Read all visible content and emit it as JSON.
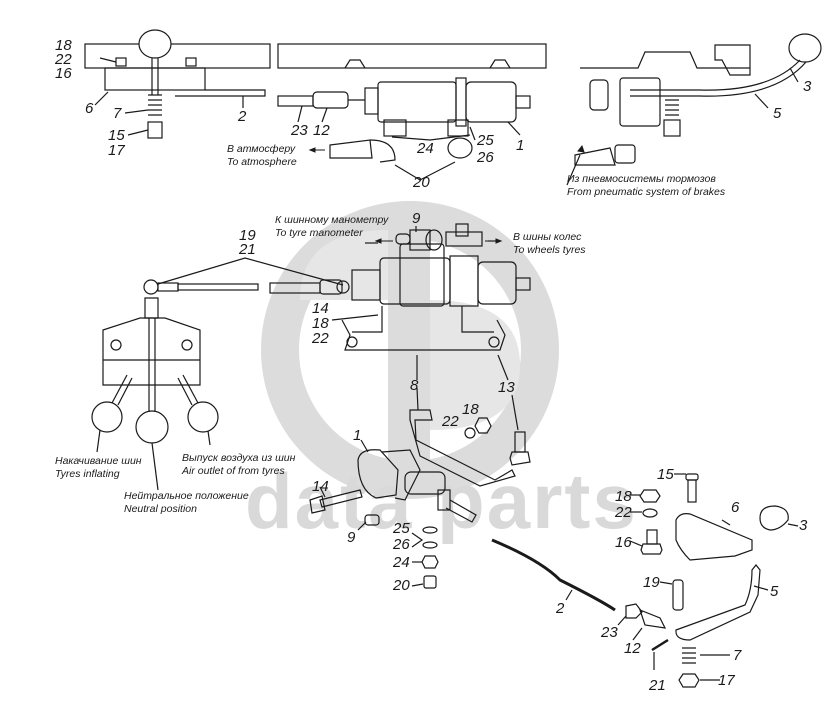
{
  "diagram": {
    "title": "Tyre inflation control valve assembly (exploded view)",
    "watermark": {
      "text": "data parts",
      "logo": "dp-circle-logo",
      "color": "#d9d9d9"
    },
    "line_color": "#1a1a1a",
    "captions": {
      "to_atmosphere": {
        "ru": "В атмосферу",
        "en": "To atmosphere"
      },
      "from_brakes": {
        "ru": "Из пневмосистемы тормозов",
        "en": "From pneumatic system of brakes"
      },
      "to_manometer": {
        "ru": "К шинному манометру",
        "en": "To tyre manometer"
      },
      "to_wheels": {
        "ru": "В шины колес",
        "en": "To wheels tyres"
      },
      "inflating": {
        "ru": "Накачивание шин",
        "en": "Tyres inflating"
      },
      "neutral": {
        "ru": "Нейтральное положение",
        "en": "Neutral position"
      },
      "air_outlet": {
        "ru": "Выпуск воздуха из шин",
        "en": "Air outlet of from tyres"
      }
    },
    "labels": {
      "top_left": [
        "18",
        "22",
        "16",
        "6",
        "7",
        "15",
        "17",
        "2"
      ],
      "top_mid": [
        "23",
        "12",
        "24",
        "25",
        "26",
        "1",
        "20"
      ],
      "top_right": [
        "3",
        "5"
      ],
      "mid": [
        "9",
        "19",
        "21",
        "14",
        "18",
        "22",
        "8",
        "13"
      ],
      "exploded_mid": [
        "8",
        "13",
        "22",
        "18",
        "1",
        "14",
        "9",
        "25",
        "26",
        "24",
        "20",
        "2",
        "23",
        "12"
      ],
      "exploded_right": [
        "15",
        "18",
        "22",
        "16",
        "6",
        "3",
        "19",
        "5",
        "7",
        "21",
        "17"
      ]
    }
  }
}
